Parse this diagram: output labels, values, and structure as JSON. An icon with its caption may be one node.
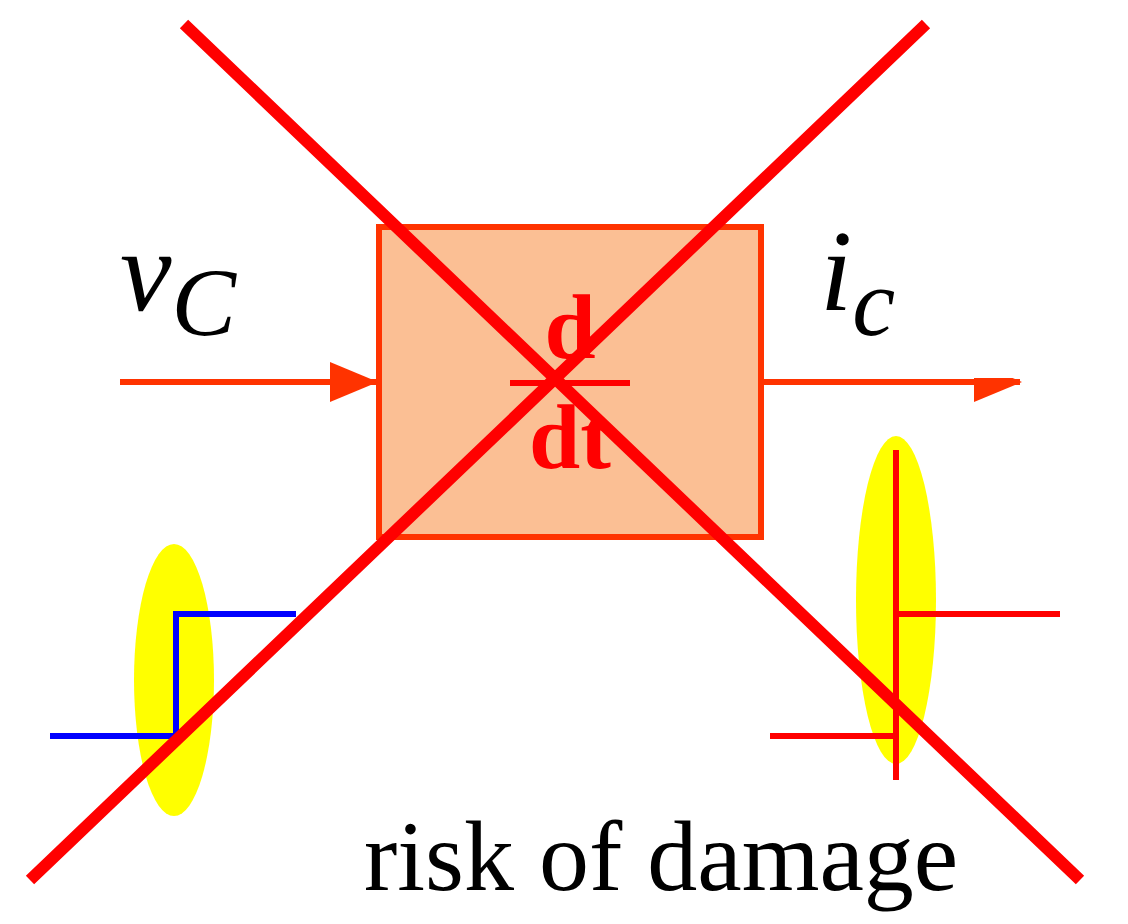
{
  "diagram": {
    "nodes": [
      {
        "text": [
          "v$_{C}$"
        ]
      },
      {
        "text": [
          "d",
          "dt"
        ]
      },
      {
        "text": [
          "i$_{c}$"
        ]
      }
    ],
    "edges": [
      {
        "from": 0,
        "to": 1,
        "arrow": "to"
      },
      {
        "from": 1,
        "to": 2,
        "arrow": "to"
      }
    ],
    "labels": [
      "risk of damage"
    ]
  }
}
